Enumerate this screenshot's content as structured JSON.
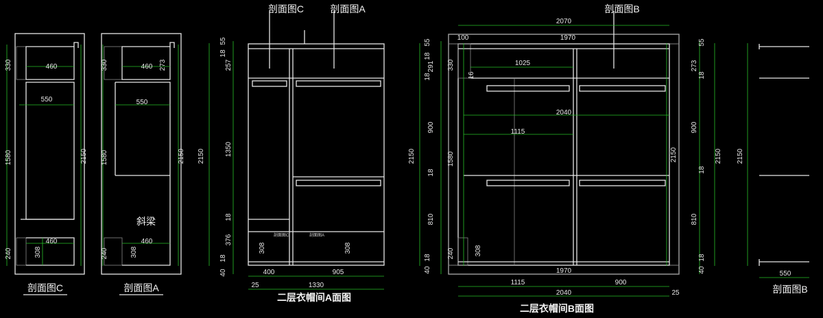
{
  "colors": {
    "background": "#000000",
    "drawing": "#e8e8e8",
    "dimension": "#27c227",
    "hatch": "#8a8a8a"
  },
  "section_c": {
    "label": "剖面图C",
    "dims": {
      "top_h": "330",
      "mid_h": "1580",
      "bot_h": "240",
      "total_h": "2150",
      "top_w": "460",
      "mid_w": "550",
      "bot_w": "460",
      "bot_d": "308"
    }
  },
  "section_a": {
    "label": "剖面图A",
    "note": "斜梁",
    "dims": {
      "top_h": "330",
      "top_d": "273",
      "mid_h": "1580",
      "bot_h": "240",
      "total_h": "2150",
      "top_w": "460",
      "mid_w": "550",
      "bot_w": "460",
      "bot_d": "308"
    }
  },
  "elevation_a": {
    "title": "二层衣帽间A面图",
    "callout_c": "剖面图C",
    "callout_a": "剖面图A",
    "dims": {
      "total_h": "2150",
      "v": [
        "55",
        "18",
        "257",
        "1350",
        "18",
        "376",
        "18",
        "40"
      ],
      "w_left": "400",
      "w_right": "905",
      "w_offset": "25",
      "w_total": "1330",
      "d_left": "308",
      "d_right": "308",
      "tag_1": "剖面图C",
      "tag_2": "剖面图A"
    }
  },
  "elevation_b": {
    "title": "二层衣帽间B面图",
    "callout_b": "剖面图B",
    "dims": {
      "top_total": "2070",
      "top_offset": "100",
      "top_inner": "1970",
      "v_left": [
        "55",
        "18",
        "291",
        "18",
        "900",
        "18",
        "810",
        "18",
        "40"
      ],
      "left_h": "330",
      "left_mid": "1580",
      "left_bot": "240",
      "total_h": "2150",
      "inner_h": "2150",
      "v_right": [
        "55",
        "273",
        "18",
        "900",
        "18",
        "810",
        "18",
        "40"
      ],
      "w_1025": "1025",
      "w_16": "16",
      "w_2040_mid": "2040",
      "w_1115_mid": "1115",
      "bot_inner": "1970",
      "bot_left": "1115",
      "bot_right": "900",
      "bot_total": "2040",
      "bot_offset": "25",
      "d_left": "308"
    }
  },
  "section_b": {
    "label": "剖面图B",
    "dims": {
      "total_h": "2150",
      "width": "550"
    }
  }
}
